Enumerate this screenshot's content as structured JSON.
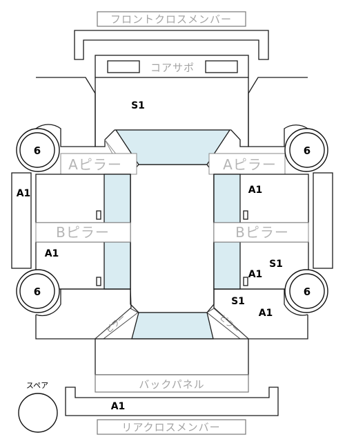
{
  "labels": {
    "front_cross_member": "フロントクロスメンバー",
    "core_support": "コアサポ",
    "a_pillar_left": "Aピラー",
    "a_pillar_right": "Aピラー",
    "b_pillar_left": "Bピラー",
    "b_pillar_right": "Bピラー",
    "back_panel": "バックパネル",
    "rear_cross_member": "リアクロスメンバー",
    "spare": "スペア",
    "c_pillar_left": "ピラー",
    "c_pillar_right": "ピラー"
  },
  "damage_codes": {
    "core_area": "S1",
    "left_side_outer": "A1",
    "left_rear_door": "A1",
    "right_front_door": "A1",
    "right_rear_s1": "S1",
    "right_rear_a1": "A1",
    "right_quarter_s1": "S1",
    "right_quarter_a1": "A1",
    "rear_a1": "A1"
  },
  "tires": {
    "front_left": "6",
    "front_right": "6",
    "rear_left": "6",
    "rear_right": "6"
  },
  "colors": {
    "glass": "#d9ecf2",
    "line": "#1a1a1a",
    "label_gray": "#a3a3a3"
  }
}
